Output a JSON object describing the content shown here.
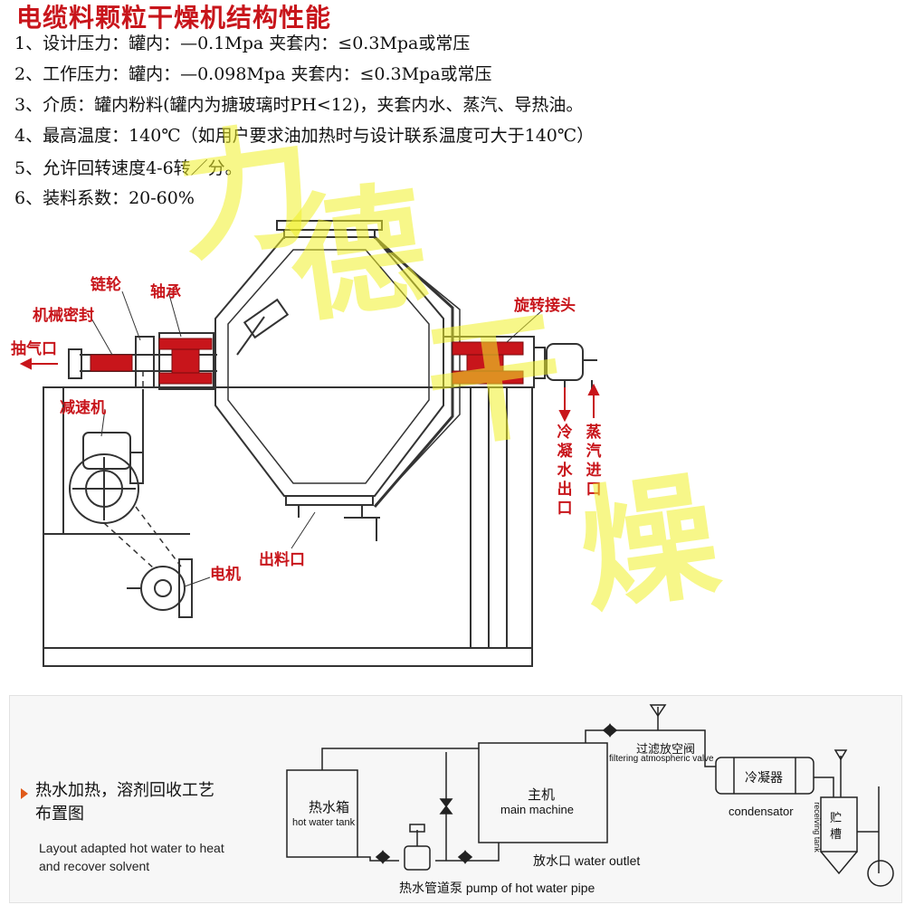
{
  "header": {
    "title": "电缆料颗粒干燥机结构性能"
  },
  "specs": [
    "1、设计压力：罐内：—0.1Mpa 夹套内：≤0.3Mpa或常压",
    "2、工作压力：罐内：—0.098Mpa 夹套内：≤0.3Mpa或常压",
    "3、介质：罐内粉料(罐内为搪玻璃时PH<12)，夹套内水、蒸汽、导热油。",
    "4、最高温度：140℃（如用户要求油加热时与设计联系温度可大于140℃）",
    "5、允许回转速度4-6转／分。",
    "6、装料系数：20-60%"
  ],
  "diagram_labels": {
    "sprocket": "链轮",
    "bearing": "轴承",
    "mech_seal": "机械密封",
    "exhaust": "抽气口",
    "reducer": "减速机",
    "motor": "电机",
    "discharge": "出料口",
    "rotary_joint": "旋转接头",
    "condensate_outlet": "冷凝水出口",
    "steam_inlet": "蒸汽进口"
  },
  "watermark": {
    "chars": [
      "力",
      "德",
      "干",
      "燥"
    ],
    "color": "#f0f028"
  },
  "layout_panel": {
    "title_cn": "热水加热，溶剂回收工艺布置图",
    "title_en": "Layout adapted hot water to heat and recover solvent",
    "hot_water_tank_cn": "热水箱",
    "hot_water_tank_en": "hot water tank",
    "main_machine_cn": "主机",
    "main_machine_en": "main machine",
    "water_outlet": "放水口 water outlet",
    "pump": "热水管道泵 pump of hot water pipe",
    "valve_cn": "过滤放空阀",
    "valve_en": "filtering atmospheric valve",
    "condenser_cn": "冷凝器",
    "condenser_en": "condensator",
    "receiver_cn": "贮槽",
    "receiver_side": "receiving tank"
  },
  "colors": {
    "accent_red": "#c8151b",
    "drawing": "#333333",
    "panel_bg": "#f7f7f7"
  }
}
